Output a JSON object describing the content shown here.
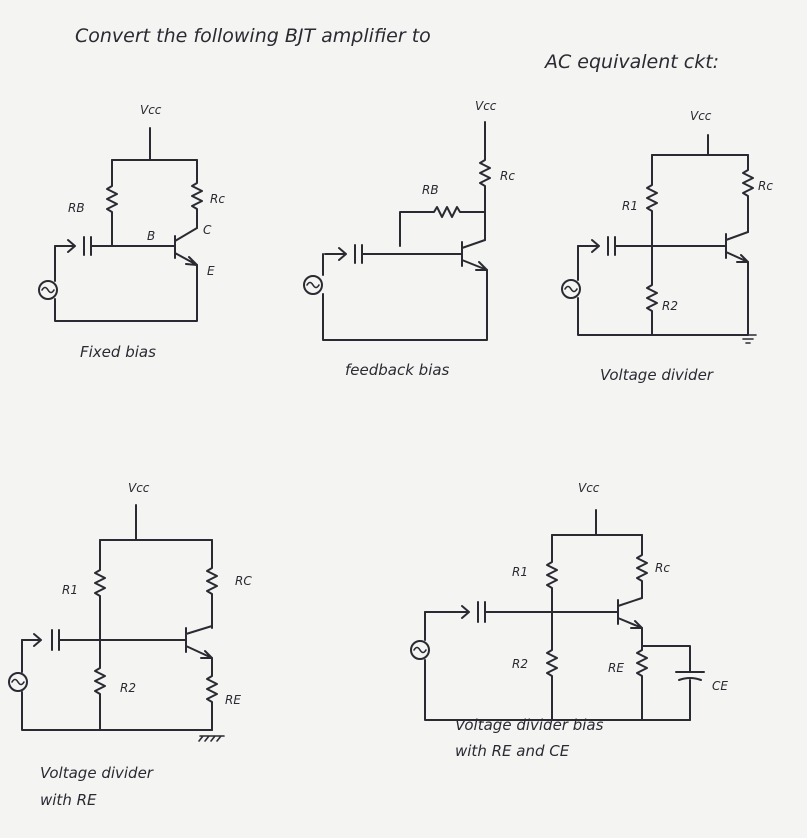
{
  "title": {
    "line1": "Convert the following BJT amplifier to",
    "line2": "AC equivalent ckt:"
  },
  "circuits": {
    "fixed_bias": {
      "caption": "Fixed bias",
      "labels": {
        "vcc": "Vcc",
        "rb": "RB",
        "rc": "Rc",
        "b": "B",
        "c": "C",
        "e": "E"
      }
    },
    "feedback_bias": {
      "caption": "feedback bias",
      "labels": {
        "vcc": "Vcc",
        "rb": "RB",
        "rc": "Rc"
      }
    },
    "voltage_divider": {
      "caption": "Voltage divider",
      "labels": {
        "vcc": "Vcc",
        "r1": "R1",
        "r2": "R2",
        "rc": "Rc"
      }
    },
    "vd_re": {
      "caption_line1": "Voltage divider",
      "caption_line2": "with RE",
      "labels": {
        "vcc": "Vcc",
        "r1": "R1",
        "r2": "R2",
        "rc": "RC",
        "re": "RE"
      }
    },
    "vd_re_ce": {
      "caption_line1": "Voltage divider bias",
      "caption_line2": "with RE and CE",
      "labels": {
        "vcc": "Vcc",
        "r1": "R1",
        "r2": "R2",
        "rc": "Rc",
        "re": "RE",
        "ce": "CE"
      }
    }
  }
}
